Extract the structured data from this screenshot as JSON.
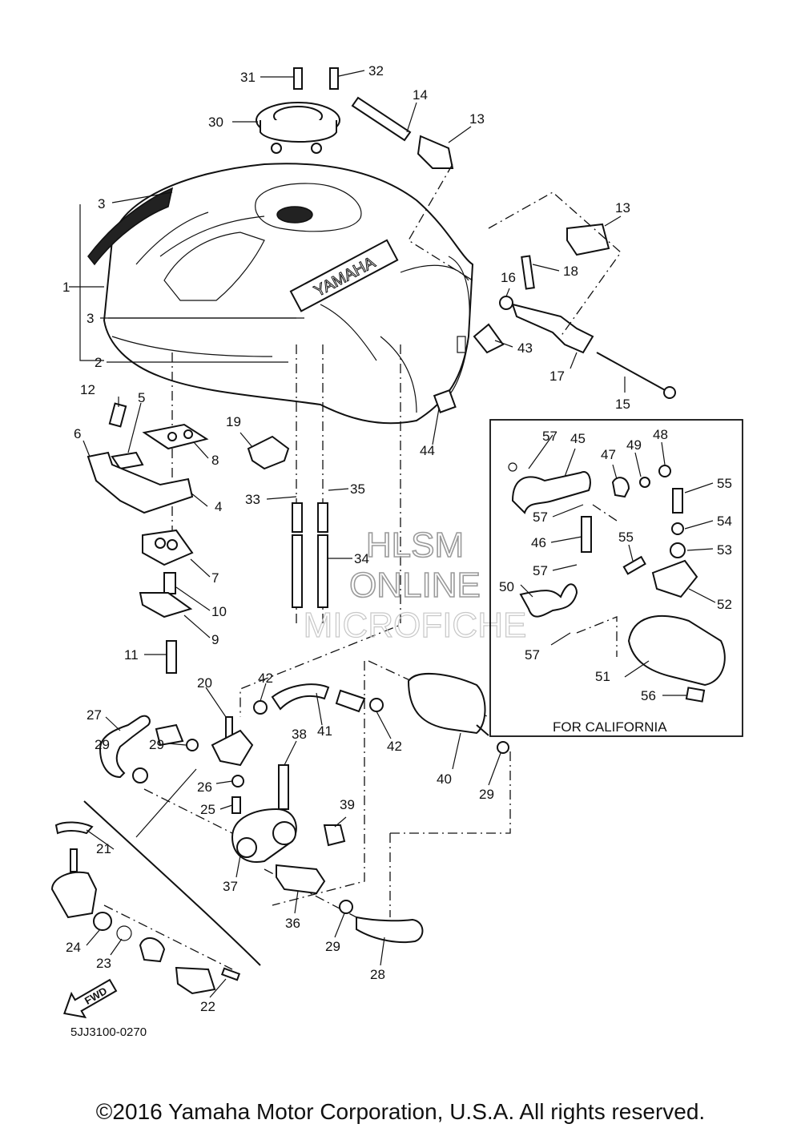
{
  "diagram": {
    "callouts": [
      "1",
      "2",
      "3",
      "3",
      "4",
      "5",
      "6",
      "7",
      "8",
      "9",
      "10",
      "11",
      "12",
      "13",
      "13",
      "14",
      "15",
      "16",
      "17",
      "18",
      "19",
      "20",
      "21",
      "22",
      "23",
      "24",
      "25",
      "26",
      "27",
      "28",
      "29",
      "29",
      "29",
      "29",
      "30",
      "31",
      "32",
      "33",
      "34",
      "35",
      "36",
      "37",
      "38",
      "39",
      "40",
      "41",
      "42",
      "42",
      "43",
      "44",
      "45",
      "46",
      "47",
      "48",
      "49",
      "50",
      "51",
      "52",
      "53",
      "54",
      "55",
      "55",
      "56",
      "57",
      "57",
      "57",
      "57"
    ],
    "tank_logo": "YAMAHA",
    "arrow_label": "FWD",
    "california_label": "FOR CALIFORNIA",
    "drawing_code": "5JJ3100-0270"
  },
  "watermark": {
    "line1": "HLSM",
    "line2": "ONLINE",
    "line3": "MICROFICHE"
  },
  "footer": {
    "copyright": "©2016 Yamaha Motor Corporation, U.S.A. All rights reserved."
  }
}
